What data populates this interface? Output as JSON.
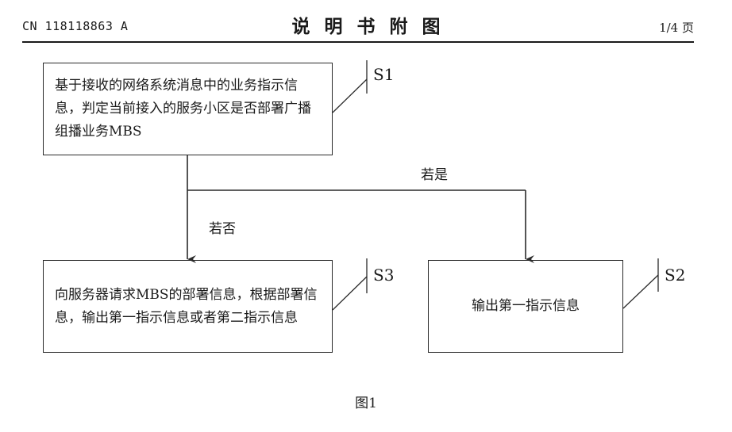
{
  "header": {
    "publication_number": "CN 118118863 A",
    "title": "说明书附图",
    "page": "1/4 页"
  },
  "diagram": {
    "nodes": {
      "s1": {
        "label": "S1",
        "text": "基于接收的网络系统消息中的业务指示信息，判定当前接入的服务小区是否部署广播组播业务MBS"
      },
      "s3": {
        "label": "S3",
        "text": "向服务器请求MBS的部署信息，根据部署信息，输出第一指示信息或者第二指示信息"
      },
      "s2": {
        "label": "S2",
        "text": "输出第一指示信息"
      }
    },
    "edges": {
      "yes_label": "若是",
      "no_label": "若否"
    }
  },
  "caption": "图1"
}
